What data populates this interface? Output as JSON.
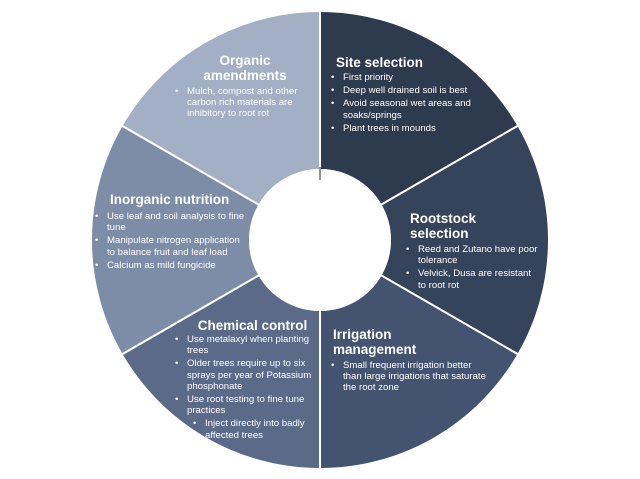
{
  "segments": [
    {
      "key": "site",
      "title_lines": [
        "Site selection"
      ],
      "color": "#2e3a4e",
      "bullets": [
        {
          "text": "First priority",
          "level": 1
        },
        {
          "text": "Deep well drained soil is best",
          "level": 1
        },
        {
          "text": "Avoid seasonal wet areas and soaks/springs",
          "level": 1
        },
        {
          "text": "Plant trees in mounds",
          "level": 1
        }
      ]
    },
    {
      "key": "rootstock",
      "title_lines": [
        "Rootstock",
        "selection"
      ],
      "color": "#36445b",
      "bullets": [
        {
          "text": "Reed and Zutano have poor tolerance",
          "level": 1
        },
        {
          "text": "Velvick, Dusa are resistant to root rot",
          "level": 1
        }
      ]
    },
    {
      "key": "irrigation",
      "title_lines": [
        "Irrigation",
        "management"
      ],
      "color": "#445370",
      "bullets": [
        {
          "text": "Small frequent irrigation better than large irrigations that saturate the root zone",
          "level": 1
        }
      ]
    },
    {
      "key": "chemical",
      "title_lines": [
        "Chemical  control"
      ],
      "color": "#5a6a88",
      "bullets": [
        {
          "text": "Use metalaxyl when planting trees",
          "level": 1
        },
        {
          "text": "Older trees require up to six sprays per year of Potassium phosphonate",
          "level": 1
        },
        {
          "text": "Use root testing to fine tune practices",
          "level": 1
        },
        {
          "text": "Inject directly into badly affected trees",
          "level": 2
        }
      ]
    },
    {
      "key": "inorganic",
      "title_lines": [
        "Inorganic nutrition"
      ],
      "color": "#7d8da8",
      "bullets": [
        {
          "text": "Use leaf and soil analysis to fine tune",
          "level": 1
        },
        {
          "text": "Manipulate nitrogen application to balance fruit and leaf load",
          "level": 1
        },
        {
          "text": "Calcium as mild fungicide",
          "level": 1
        }
      ]
    },
    {
      "key": "organic",
      "title_lines": [
        "Organic",
        "amendments"
      ],
      "color": "#a2afc4",
      "bullets": [
        {
          "text": "Mulch, compost and other carbon rich materials are inhibitory to root rot",
          "level": 1
        }
      ]
    }
  ]
}
